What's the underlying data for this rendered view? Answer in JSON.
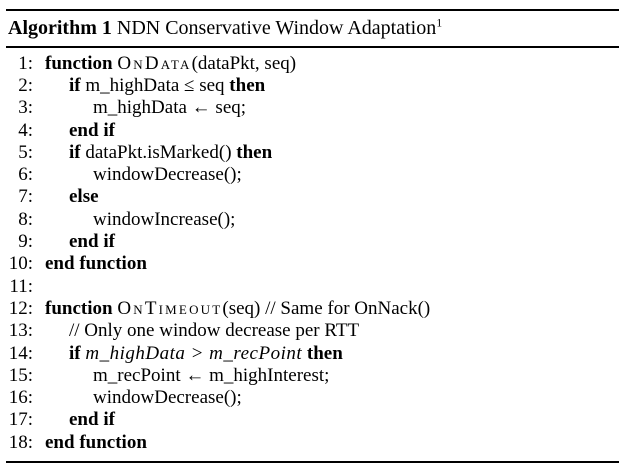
{
  "colors": {
    "background": "#ffffff",
    "text": "#000000",
    "rule": "#000000"
  },
  "title": {
    "label_bold": "Algorithm 1",
    "label_rest": " NDN Conservative Window Adaptation",
    "superscript": "1"
  },
  "algorithm": {
    "lines": [
      {
        "num": "1:",
        "indent": 0,
        "segments": [
          {
            "t": "keyword",
            "text": "function "
          },
          {
            "t": "smallcaps",
            "text": "OnData"
          },
          {
            "t": "plain",
            "text": "(dataPkt, seq)"
          }
        ]
      },
      {
        "num": "2:",
        "indent": 1,
        "segments": [
          {
            "t": "keyword",
            "text": "if "
          },
          {
            "t": "plain",
            "text": "m_highData ≤ seq "
          },
          {
            "t": "keyword",
            "text": "then"
          }
        ]
      },
      {
        "num": "3:",
        "indent": 2,
        "segments": [
          {
            "t": "plain",
            "text": "m_highData ← seq;"
          }
        ]
      },
      {
        "num": "4:",
        "indent": 1,
        "segments": [
          {
            "t": "keyword",
            "text": "end if"
          }
        ]
      },
      {
        "num": "5:",
        "indent": 1,
        "segments": [
          {
            "t": "keyword",
            "text": "if "
          },
          {
            "t": "plain",
            "text": "dataPkt.isMarked() "
          },
          {
            "t": "keyword",
            "text": "then"
          }
        ]
      },
      {
        "num": "6:",
        "indent": 2,
        "segments": [
          {
            "t": "plain",
            "text": "windowDecrease();"
          }
        ]
      },
      {
        "num": "7:",
        "indent": 1,
        "segments": [
          {
            "t": "keyword",
            "text": "else"
          }
        ]
      },
      {
        "num": "8:",
        "indent": 2,
        "segments": [
          {
            "t": "plain",
            "text": "windowIncrease();"
          }
        ]
      },
      {
        "num": "9:",
        "indent": 1,
        "segments": [
          {
            "t": "keyword",
            "text": "end if"
          }
        ]
      },
      {
        "num": "10:",
        "indent": 0,
        "segments": [
          {
            "t": "keyword",
            "text": "end function"
          }
        ]
      },
      {
        "num": "11:",
        "indent": 0,
        "segments": []
      },
      {
        "num": "12:",
        "indent": 0,
        "segments": [
          {
            "t": "keyword",
            "text": "function "
          },
          {
            "t": "smallcaps",
            "text": "OnTimeout"
          },
          {
            "t": "plain",
            "text": "(seq) // Same for OnNack()"
          }
        ]
      },
      {
        "num": "13:",
        "indent": 1,
        "segments": [
          {
            "t": "plain",
            "text": "// Only one window decrease per RTT"
          }
        ]
      },
      {
        "num": "14:",
        "indent": 1,
        "segments": [
          {
            "t": "keyword",
            "text": "if "
          },
          {
            "t": "math",
            "text": "m_highData > m_recPoint"
          },
          {
            "t": "keyword",
            "text": " then"
          }
        ]
      },
      {
        "num": "15:",
        "indent": 2,
        "segments": [
          {
            "t": "plain",
            "text": "m_recPoint ← m_highInterest;"
          }
        ]
      },
      {
        "num": "16:",
        "indent": 2,
        "segments": [
          {
            "t": "plain",
            "text": "windowDecrease();"
          }
        ]
      },
      {
        "num": "17:",
        "indent": 1,
        "segments": [
          {
            "t": "keyword",
            "text": "end if"
          }
        ]
      },
      {
        "num": "18:",
        "indent": 0,
        "segments": [
          {
            "t": "keyword",
            "text": "end function"
          }
        ]
      }
    ]
  }
}
